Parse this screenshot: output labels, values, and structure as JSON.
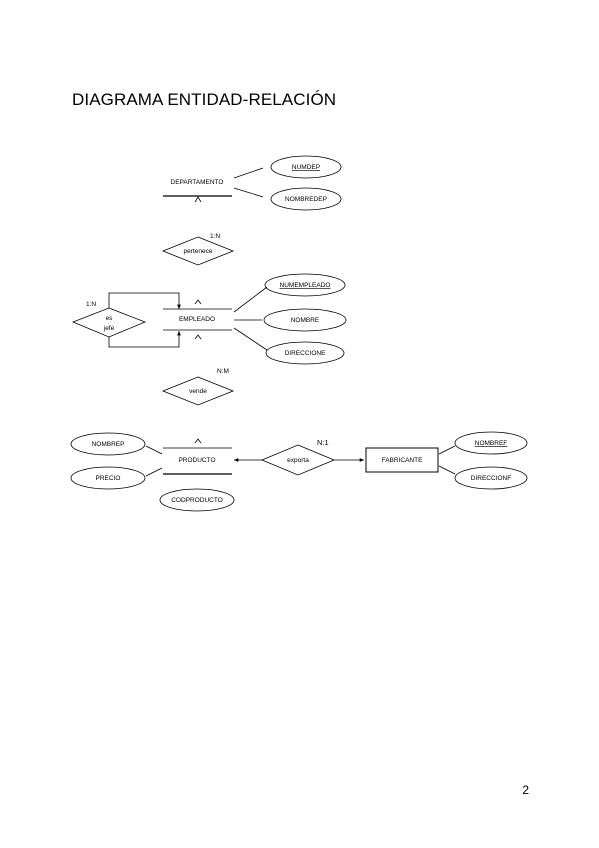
{
  "title": "DIAGRAMA ENTIDAD-RELACIÓN",
  "page_number": "2",
  "entities": {
    "departamento": "DEPARTAMENTO",
    "empleado": "EMPLEADO",
    "producto": "PRODUCTO",
    "fabricante": "FABRICANTE"
  },
  "relationships": {
    "pertenece": "pertenece",
    "es_jefe_line1": "es",
    "es_jefe_line2": "jefe",
    "vende": "vende",
    "exporta": "exporta"
  },
  "cardinalities": {
    "pertenece": "1:N",
    "es_jefe": "1:N",
    "vende": "N:M",
    "exporta": "N:1"
  },
  "attributes": {
    "dep_numdep": "NUMDEP",
    "dep_nombredep": "NOMBREDEP",
    "emp_numempleado": "NUMEMPLEADO",
    "emp_nombre": "NOMBRE",
    "emp_direccion": "DIRECCIONE",
    "prod_nombre": "NOMBREP",
    "prod_precio": "PRECIO",
    "prod_codproducto": "CODPRODUCTO",
    "fab_nombre": "NOMBREF",
    "fab_direccion": "DIRECCIONF"
  }
}
